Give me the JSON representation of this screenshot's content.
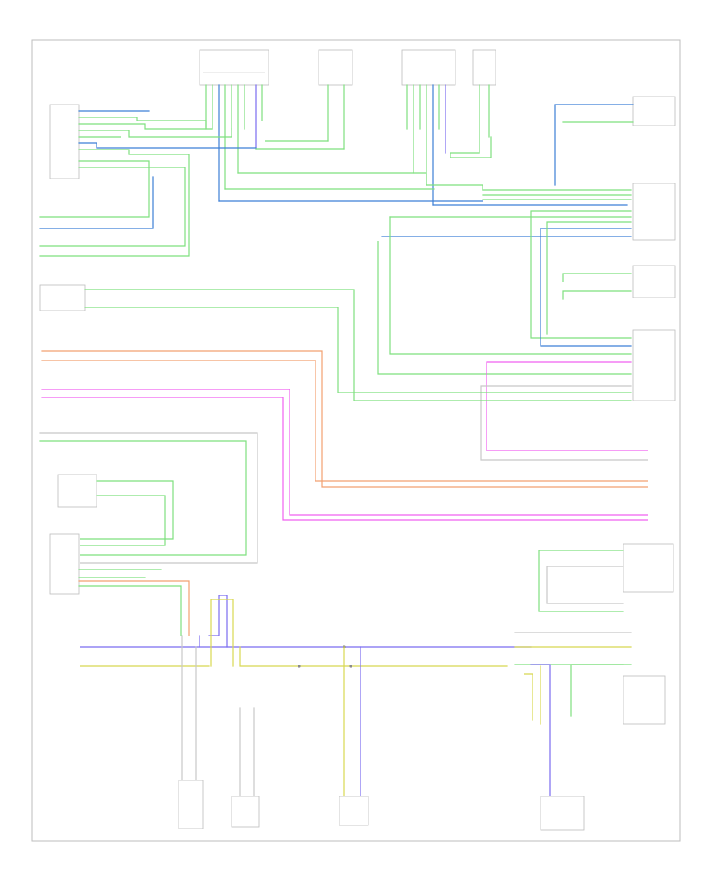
{
  "diagram": {
    "footer_code": "",
    "components": [
      {
        "id": "c1",
        "label": ""
      },
      {
        "id": "c2",
        "label": ""
      },
      {
        "id": "c3",
        "label": ""
      },
      {
        "id": "c4",
        "label": ""
      },
      {
        "id": "c5",
        "label": ""
      },
      {
        "id": "c6",
        "label": ""
      },
      {
        "id": "c7",
        "label": ""
      },
      {
        "id": "c8",
        "label": ""
      },
      {
        "id": "c9",
        "label": ""
      },
      {
        "id": "c10",
        "label": ""
      },
      {
        "id": "c11",
        "label": ""
      },
      {
        "id": "c12",
        "label": ""
      }
    ],
    "wire_colors": {
      "green": "#7ee07e",
      "blue": "#3c7fd6",
      "violet": "#7a6cf0",
      "yellow": "#d8d850",
      "orange": "#f2a070",
      "magenta": "#f060f0",
      "gray": "#c8c8c8"
    }
  }
}
